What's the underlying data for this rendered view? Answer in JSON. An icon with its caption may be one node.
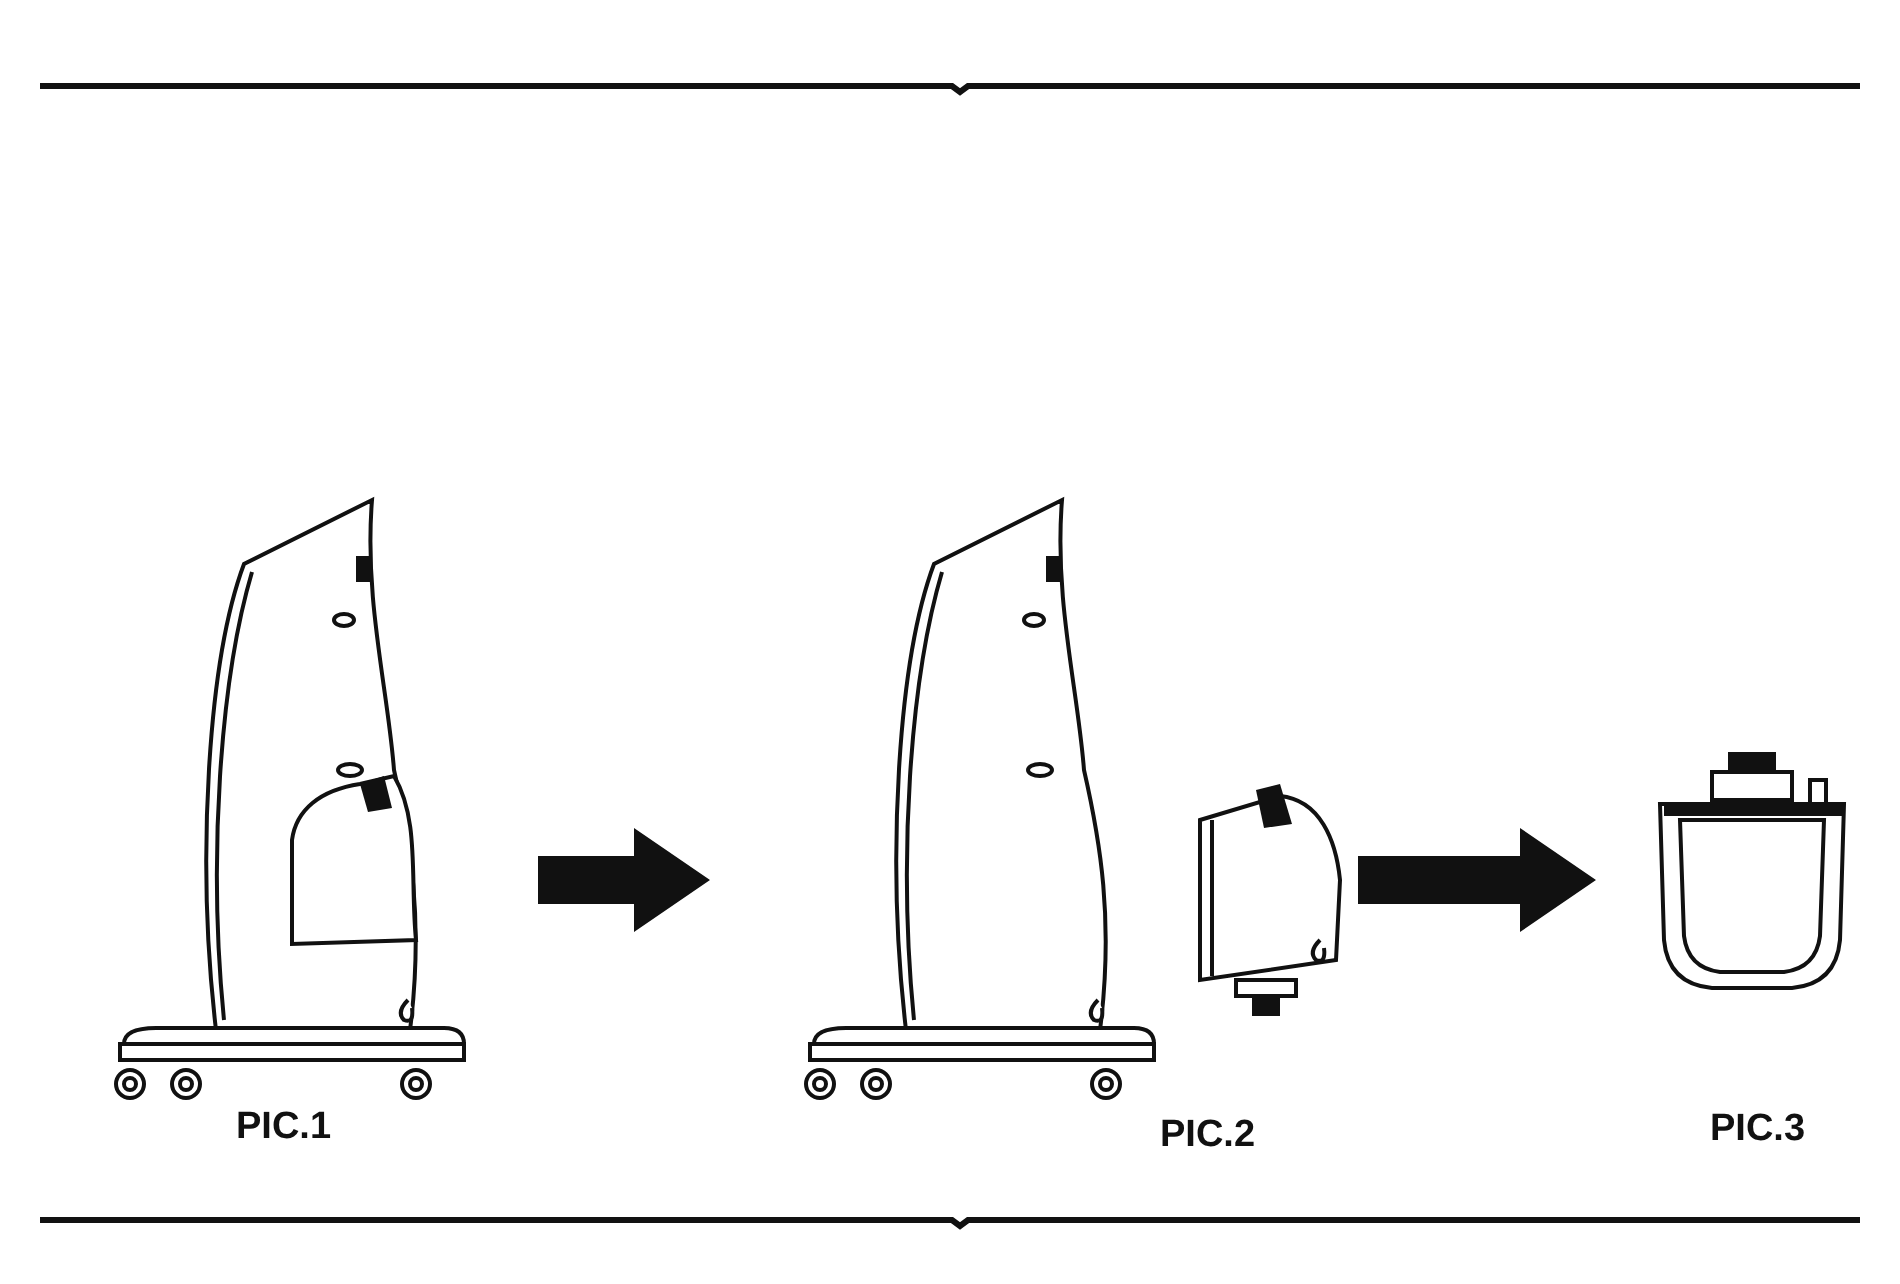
{
  "diagram": {
    "nodes": [
      {
        "text": [],
        "shape": "picture",
        "beside": [
          "PIC.1"
        ]
      },
      {
        "text": [],
        "shape": "picture",
        "beside": [
          "PIC.2"
        ]
      },
      {
        "text": [],
        "shape": "picture",
        "beside": [
          "PIC.3"
        ]
      }
    ],
    "edges": [
      {
        "from": 0,
        "to": 1,
        "arrow": "to",
        "style": "thick"
      },
      {
        "from": 1,
        "to": 2,
        "arrow": "to",
        "style": "thick"
      }
    ]
  }
}
